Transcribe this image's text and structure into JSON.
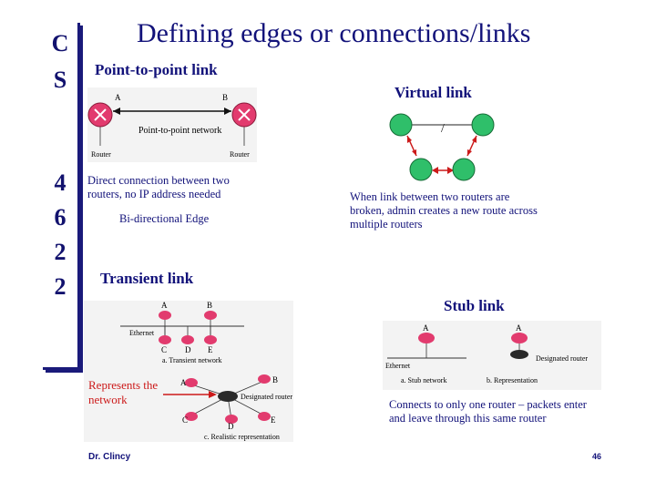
{
  "course": {
    "chars": [
      "C",
      "S",
      "4",
      "6",
      "2",
      "2"
    ]
  },
  "title": "Defining edges or connections/links",
  "point_to_point": {
    "heading": "Point-to-point link",
    "description": "Direct connection between two routers, no IP address needed",
    "edge_note": "Bi-directional Edge",
    "figure": {
      "network_label": "Point-to-point network",
      "router_left_label": "Router",
      "router_right_label": "Router",
      "letter_left": "A",
      "letter_right": "B"
    }
  },
  "virtual": {
    "heading": "Virtual link",
    "description": "When link between two routers are broken, admin creates a new route across multiple routers",
    "break_mark": "/"
  },
  "transient": {
    "heading": "Transient link",
    "annotation": "Represents the network",
    "figure": {
      "letters_top": [
        "A",
        "B"
      ],
      "ethernet": "Ethernet",
      "letters_bottom": [
        "C",
        "D",
        "E"
      ],
      "caption_a": "a. Transient network",
      "designated_router": "Designated router",
      "letters_ring": [
        "A",
        "B",
        "C",
        "D",
        "E"
      ],
      "caption_b": "c. Realistic representation"
    }
  },
  "stub": {
    "heading": "Stub link",
    "description": "Connects to only one router – packets enter and leave through this same router",
    "figure": {
      "letter_left": "A",
      "letter_right": "A",
      "ethernet": "Ethernet",
      "caption_a": "a. Stub network",
      "designated_router": "Designated router",
      "caption_b": "b. Representation"
    }
  },
  "footer": {
    "author": "Dr. Clincy",
    "page": "46"
  },
  "colors": {
    "navy": "#12127a",
    "router_pink": "#e23b6e",
    "node_green": "#2fbf6a",
    "arrow_red": "#cc1a1a"
  }
}
